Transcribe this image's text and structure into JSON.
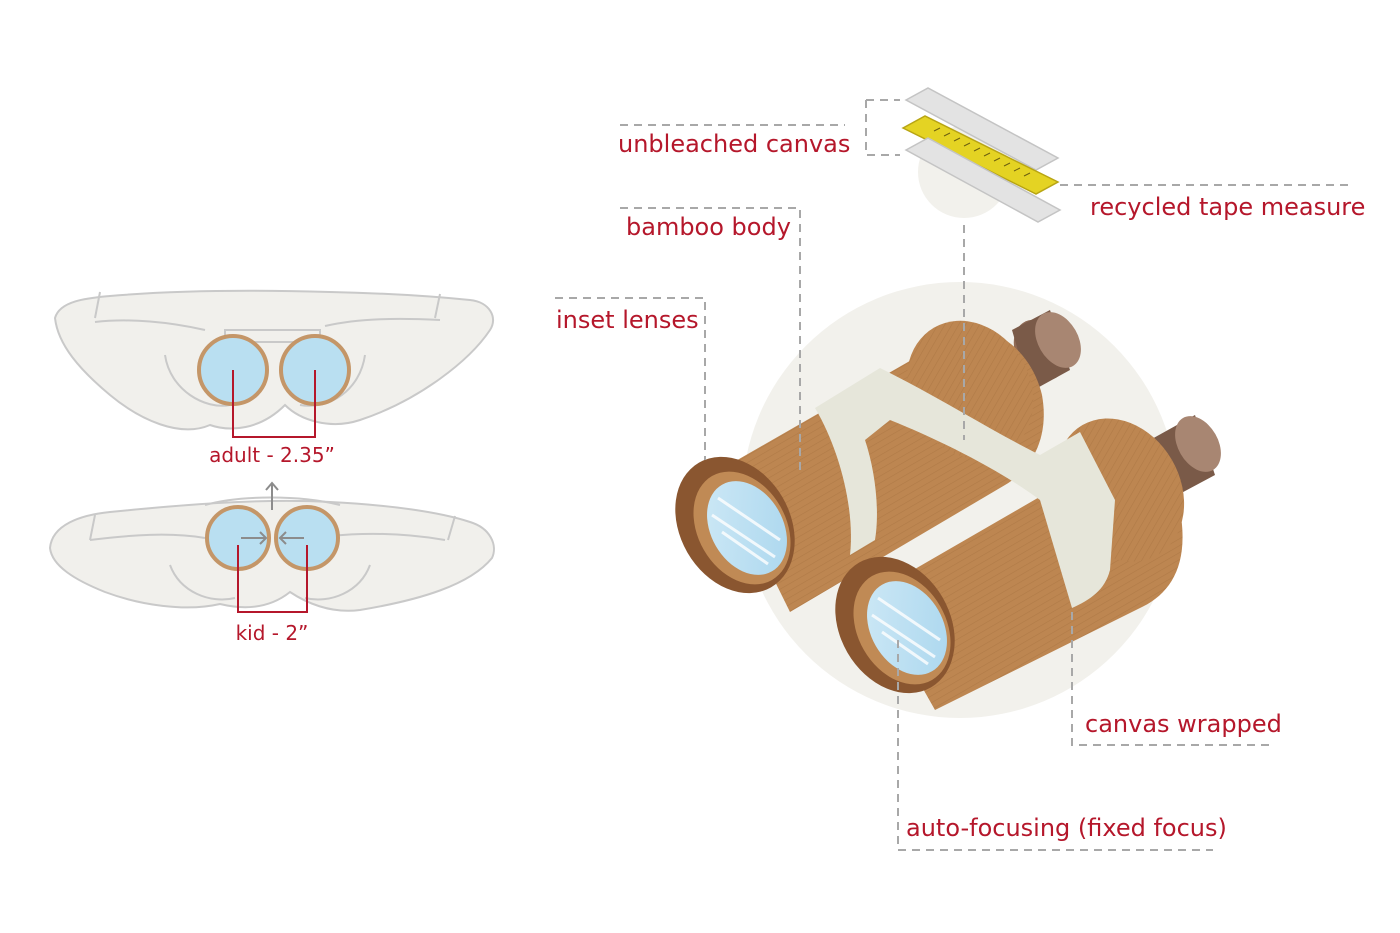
{
  "colors": {
    "label": "#b5172b",
    "leader": "#a8a8a8",
    "hand_fill": "#f1f0ec",
    "hand_stroke": "#c9c9c9",
    "lens": "#b9dff1",
    "lens_rim": "#c49668",
    "wood": "#bd8651",
    "wood_dark": "#8a5630",
    "canvas_band": "#e6e6da",
    "tape": "#e4d323",
    "backdrop": "#f2f1ec"
  },
  "eye_spacing": {
    "adult_label": "adult - 2.35”",
    "kid_label": "kid - 2”"
  },
  "callouts": {
    "unbleached_canvas": "unbleached canvas",
    "recycled_tape_measure": "recycled tape measure",
    "bamboo_body": "bamboo body",
    "inset_lenses": "inset lenses",
    "canvas_wrapped": "canvas wrapped",
    "auto_focusing": "auto-focusing (fixed focus)"
  }
}
